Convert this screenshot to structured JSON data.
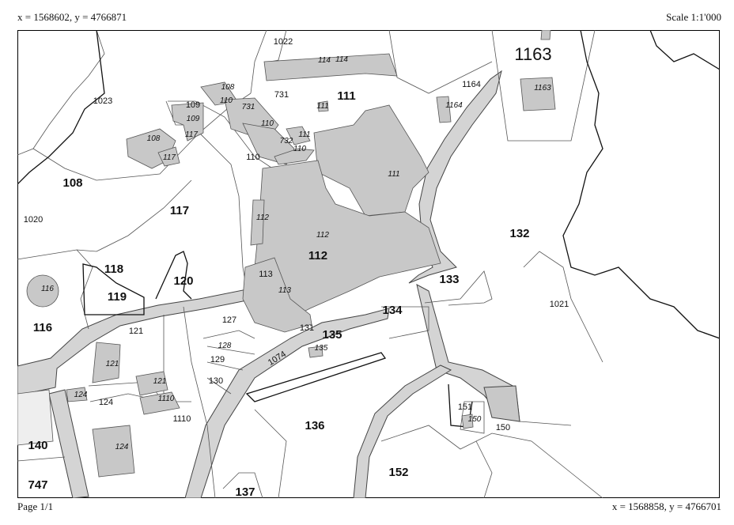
{
  "header": {
    "coords_top_left": "x = 1568602, y = 4766871",
    "scale": "Scale 1:1'000"
  },
  "footer": {
    "page": "Page 1/1",
    "coords_bottom_right": "x = 1568858, y = 4766701"
  },
  "map": {
    "colors": {
      "building": "#c8c8c8",
      "road": "#d4d4d4",
      "line": "#444444",
      "frame": "#000000"
    },
    "parcel_labels": {
      "p1022": "1022",
      "p1023": "1023",
      "p731": "731",
      "p111": "111",
      "p1164": "1164",
      "p1163": "1163",
      "p109": "109",
      "p110": "110",
      "p108": "108",
      "p117": "117",
      "p1020": "1020",
      "p132": "132",
      "p112": "112",
      "p118": "118",
      "p120": "120",
      "p119": "119",
      "p113": "113",
      "p133": "133",
      "p116": "116",
      "p127": "127",
      "p134": "134",
      "p121": "121",
      "p131": "131",
      "p135": "135",
      "p1021": "1021",
      "p129": "129",
      "p130": "130",
      "p124": "124",
      "p1110": "1110",
      "p151": "151",
      "p136": "136",
      "p150": "150",
      "p140": "140",
      "p152": "152",
      "p747": "747",
      "p137": "137",
      "p1074": "1074"
    },
    "building_labels": {
      "b114a": "114",
      "b114b": "114",
      "b108a": "108",
      "b110a": "110",
      "b731": "731",
      "b110b": "110",
      "b732": "732",
      "b111a": "111",
      "b110c": "110",
      "b111b": "111",
      "b111c": "111",
      "b1164": "1164",
      "b1163": "1163",
      "b109": "109",
      "b117a": "117",
      "b108b": "108",
      "b117b": "117",
      "b112a": "112",
      "b112b": "112",
      "b113": "113",
      "b116": "116",
      "b128": "128",
      "b135": "135",
      "b121a": "121",
      "b121b": "121",
      "b124a": "124",
      "b1110": "1110",
      "b150": "150",
      "b124b": "124"
    }
  }
}
